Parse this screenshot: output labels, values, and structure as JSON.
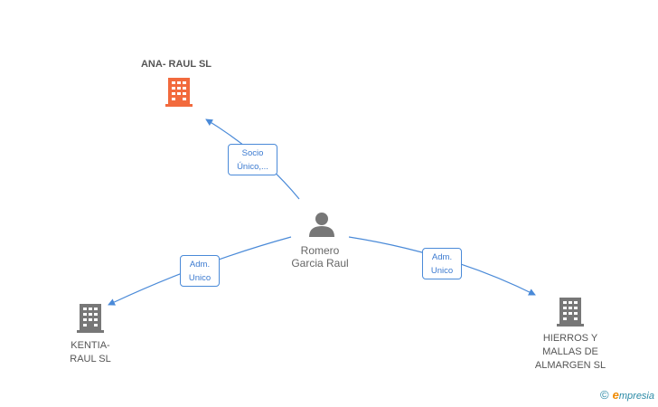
{
  "nodes": {
    "ana_raul": {
      "label": "ANA- RAUL SL",
      "color": "#f26a3d"
    },
    "kentia": {
      "label_line1": "KENTIA-",
      "label_line2": "RAUL SL",
      "color": "#777777"
    },
    "hierros": {
      "label_line1": "HIERROS Y",
      "label_line2": "MALLAS DE",
      "label_line3": "ALMARGEN SL",
      "color": "#777777"
    },
    "person": {
      "label_line1": "Romero",
      "label_line2": "Garcia Raul",
      "color": "#777777"
    }
  },
  "edges": {
    "to_ana": {
      "line1": "Socio",
      "line2": "Único,..."
    },
    "to_kentia": {
      "line1": "Adm.",
      "line2": "Unico"
    },
    "to_hierros": {
      "line1": "Adm.",
      "line2": "Unico"
    }
  },
  "colors": {
    "edge": "#4a8ad8"
  },
  "footer": {
    "copyright": "©",
    "brand_e": "e",
    "brand_rest": "mpresia"
  }
}
